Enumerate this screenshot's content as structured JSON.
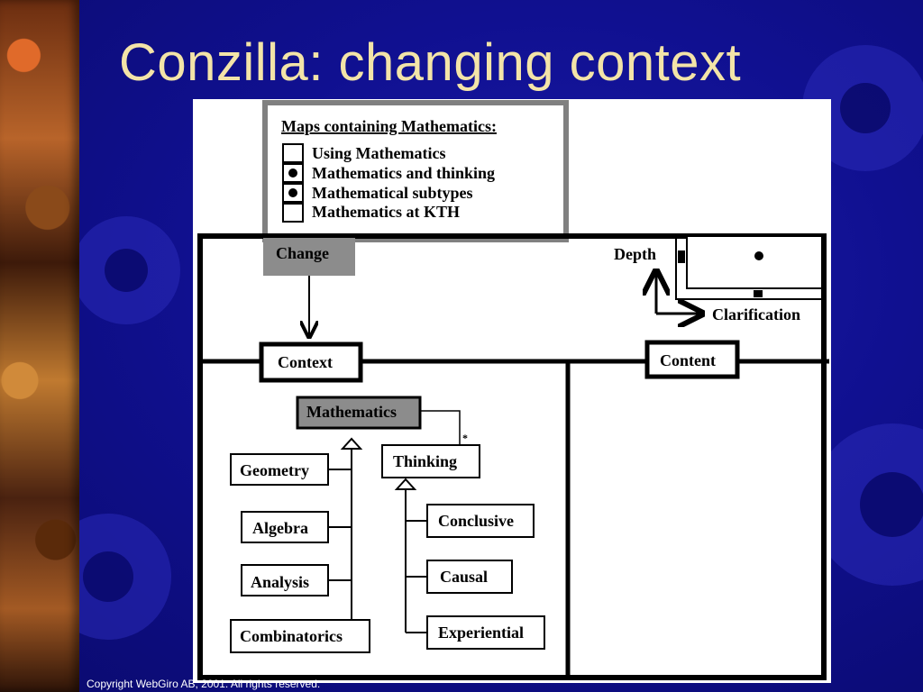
{
  "slide": {
    "title": "Conzilla: changing context",
    "copyright": "Copyright WebGiro AB, 2001. All rights reserved."
  },
  "maps_panel": {
    "heading": "Maps containing Mathematics:",
    "items": [
      {
        "label": "Using Mathematics",
        "checked": false
      },
      {
        "label": "Mathematics and thinking",
        "checked": true
      },
      {
        "label": "Mathematical subtypes",
        "checked": true
      },
      {
        "label": "Mathematics at KTH",
        "checked": false
      }
    ]
  },
  "labels": {
    "change": "Change",
    "depth": "Depth",
    "clarification": "Clarification",
    "context": "Context",
    "content": "Content"
  },
  "concepts": {
    "root": "Mathematics",
    "thinking": "Thinking",
    "marker": "*",
    "math_subtypes": [
      "Geometry",
      "Algebra",
      "Analysis",
      "Combinatorics"
    ],
    "thinking_subtypes": [
      "Conclusive",
      "Causal",
      "Experiential"
    ]
  },
  "colors": {
    "background": "#101090",
    "title": "#f3e4a8",
    "panel_gray": "#808080",
    "highlight_box": "#8c8c8c"
  }
}
